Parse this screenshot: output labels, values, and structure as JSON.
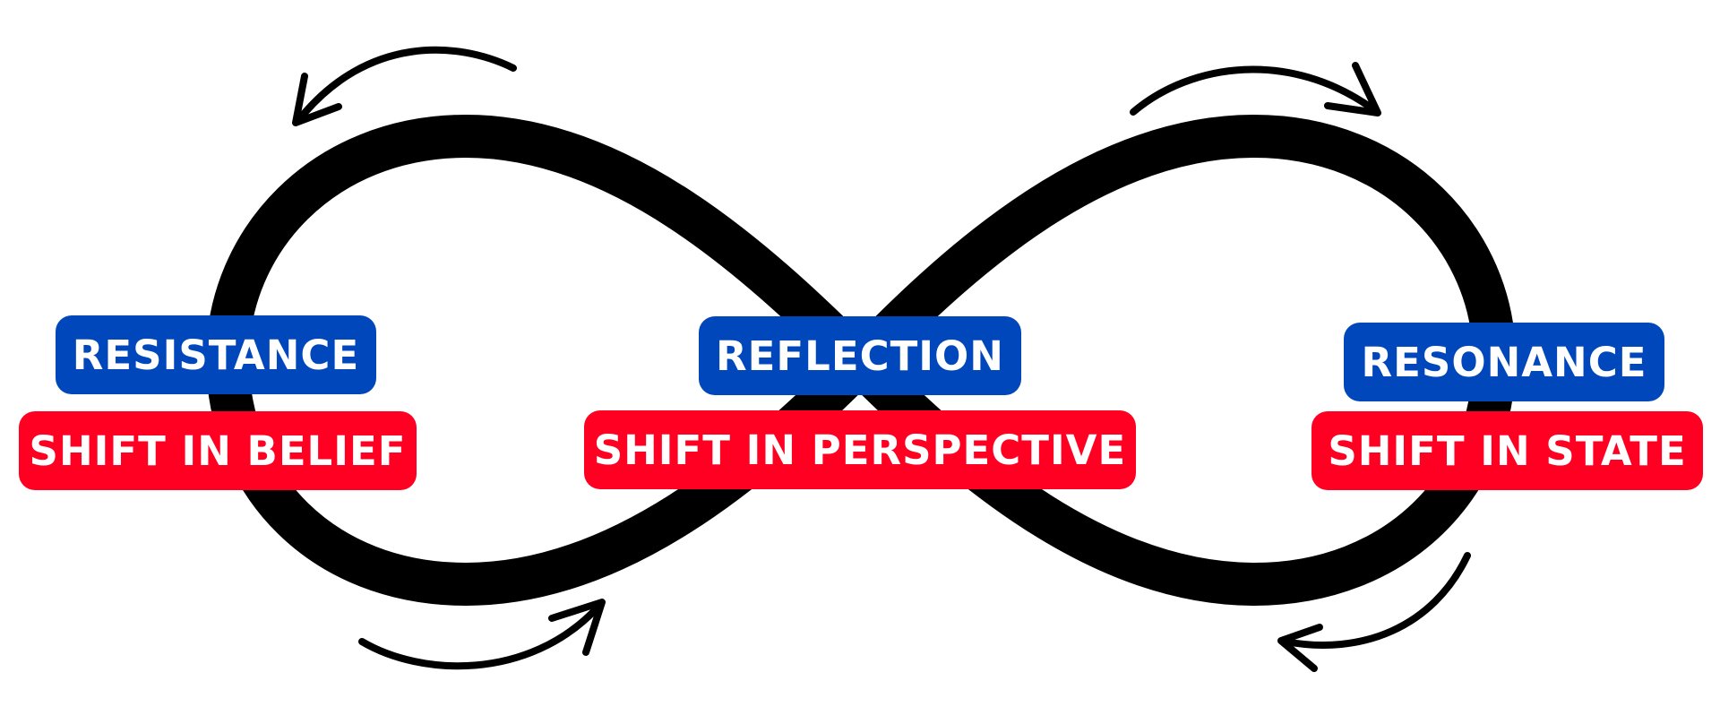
{
  "diagram": {
    "type": "infinity-loop",
    "colors": {
      "stage": "#0047bb",
      "shift": "#ff0022",
      "loop": "#000000",
      "background": "#ffffff"
    },
    "stages": [
      {
        "label": "RESISTANCE",
        "shift": "SHIFT IN BELIEF"
      },
      {
        "label": "REFLECTION",
        "shift": "SHIFT IN PERSPECTIVE"
      },
      {
        "label": "RESONANCE",
        "shift": "SHIFT IN STATE"
      }
    ],
    "arrows": [
      {
        "position": "top-left",
        "direction": "counter-clockwise"
      },
      {
        "position": "top-right",
        "direction": "clockwise"
      },
      {
        "position": "bottom-left",
        "direction": "toward-center"
      },
      {
        "position": "bottom-right",
        "direction": "toward-center"
      }
    ]
  }
}
